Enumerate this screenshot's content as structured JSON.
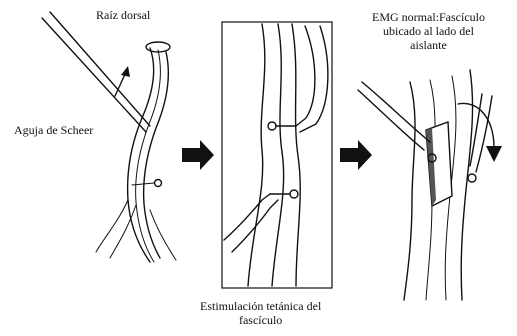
{
  "labels": {
    "raiz_dorsal": "Raíz dorsal",
    "aguja": "Aguja de Scheer",
    "emg_line1": "EMG normal:Fascículo",
    "emg_line2": "ubicado al lado del",
    "emg_line3": "aislante",
    "estim_line1": "Estimulación tetánica del",
    "estim_line2": "fascículo"
  },
  "colors": {
    "ink": "#111111",
    "background": "#ffffff"
  },
  "icons": [
    "right-arrow-icon",
    "right-arrow-icon"
  ]
}
